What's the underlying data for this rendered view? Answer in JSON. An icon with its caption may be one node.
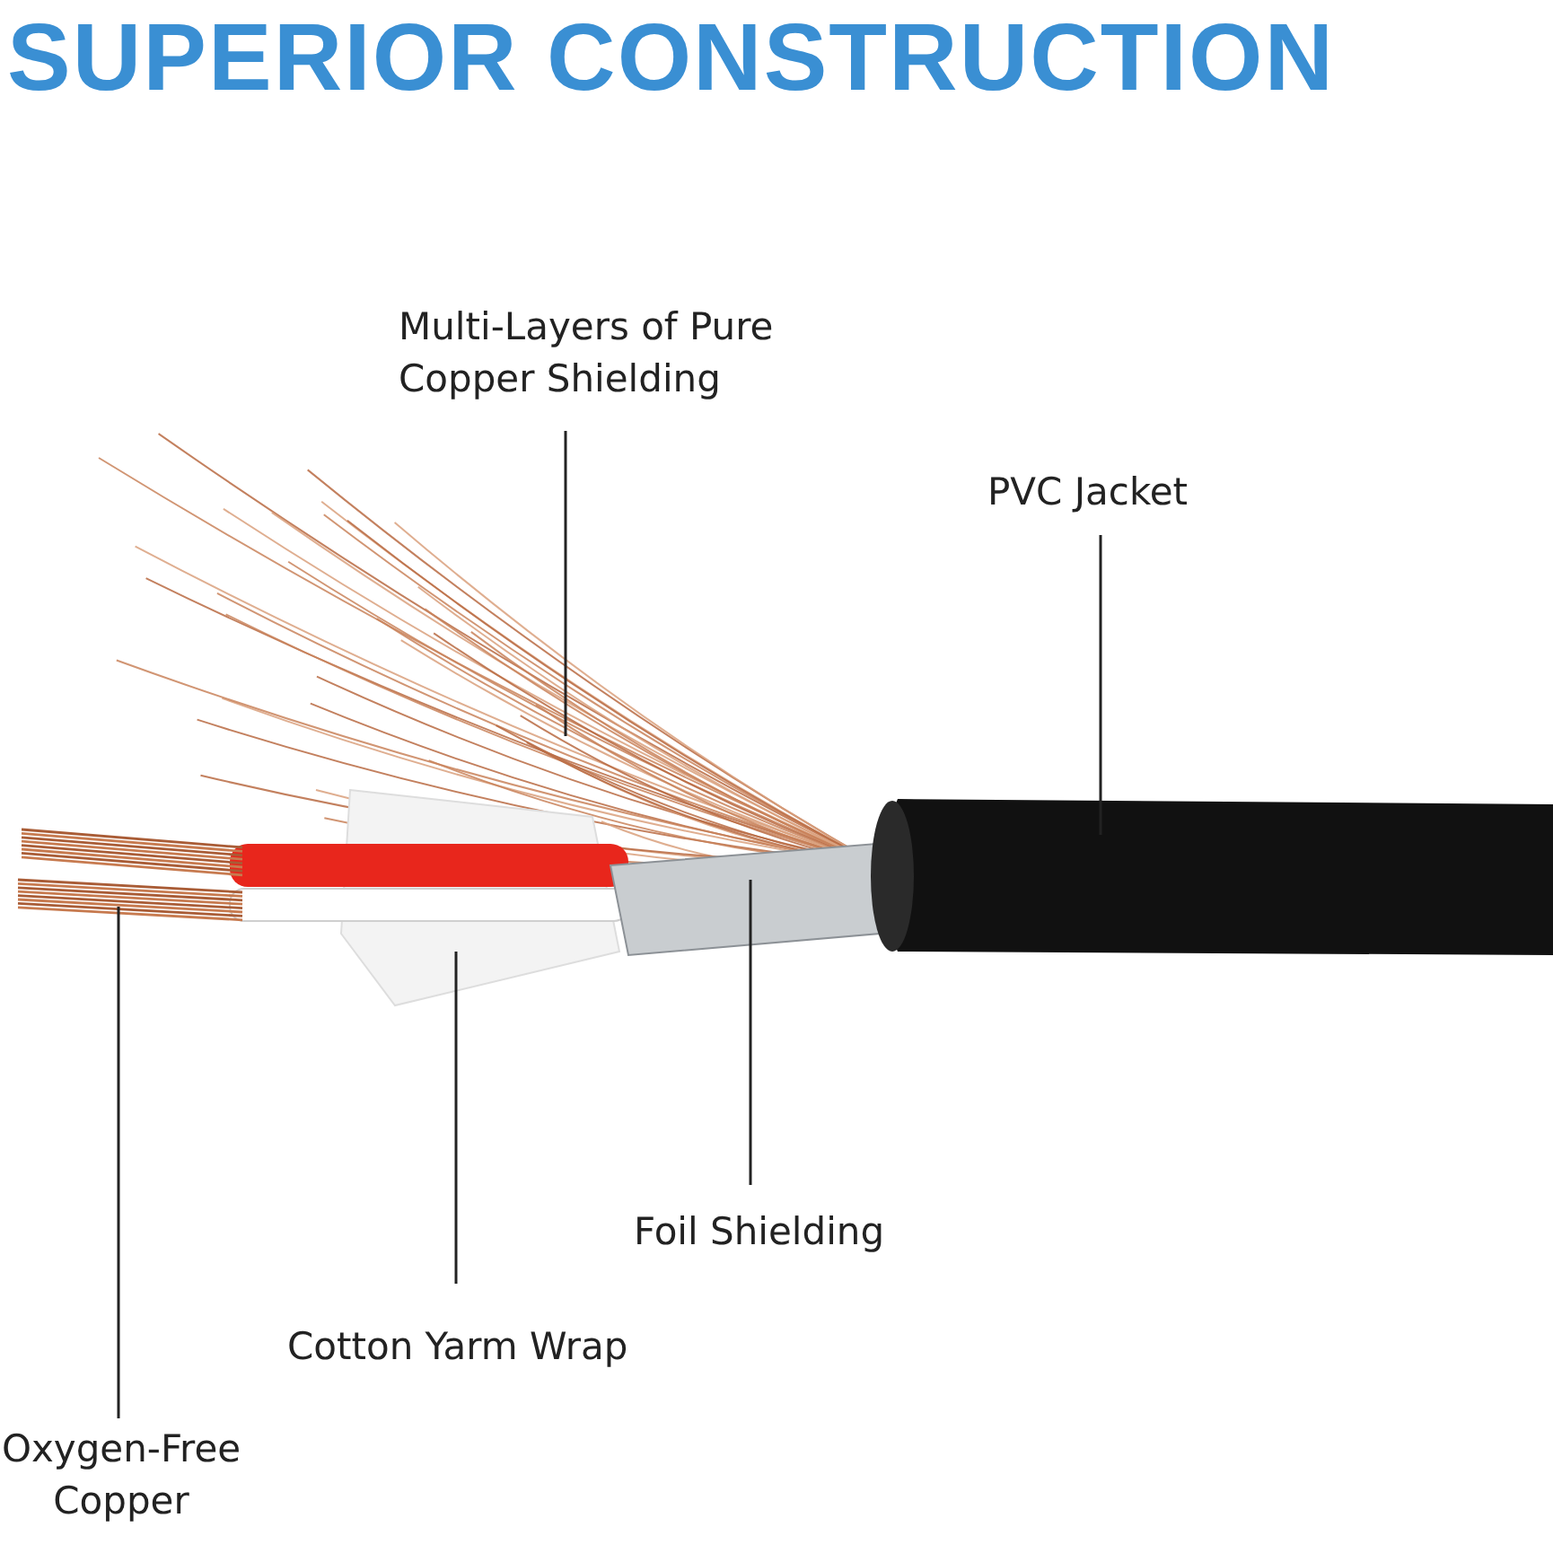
{
  "diagram": {
    "title": "SUPERIOR CONSTRUCTION",
    "nodes": [
      {
        "text": [
          "Multi-Layers of Pure Copper Shielding"
        ]
      },
      {
        "text": [
          "PVC Jacket"
        ]
      },
      {
        "text": [
          "Foil Shielding"
        ]
      },
      {
        "text": [
          "Cotton Yarm Wrap"
        ]
      },
      {
        "text": [
          "Oxygen-Free Copper"
        ]
      }
    ],
    "edges": [
      {
        "from": 0,
        "to": null,
        "arrow": "none"
      },
      {
        "from": 1,
        "to": null,
        "arrow": "none"
      },
      {
        "from": 2,
        "to": null,
        "arrow": "none"
      },
      {
        "from": 3,
        "to": null,
        "arrow": "none"
      },
      {
        "from": 4,
        "to": null,
        "arrow": "none"
      }
    ]
  }
}
